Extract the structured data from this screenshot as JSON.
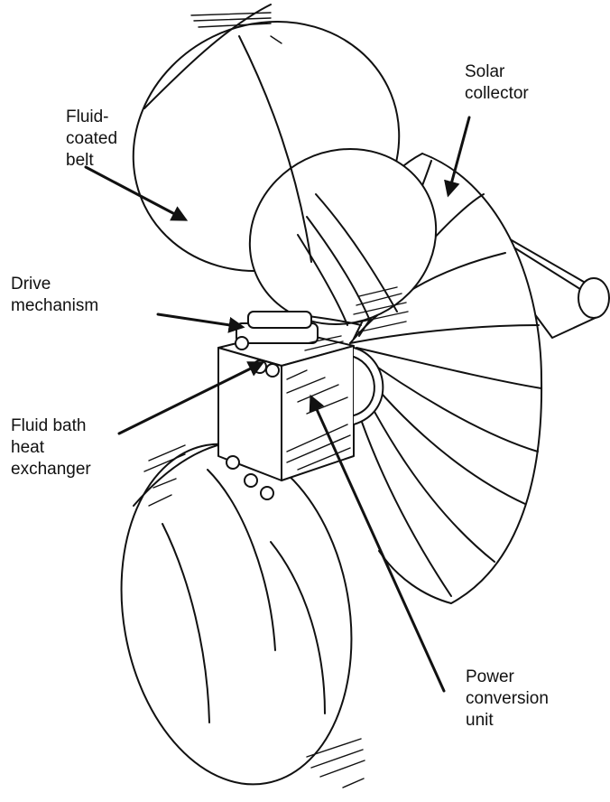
{
  "labels": {
    "solar_collector": "Solar\ncollector",
    "fluid_coated_belt": "Fluid-\ncoated\nbelt",
    "drive_mechanism": "Drive\nmechanism",
    "fluid_bath_heat_exchanger": "Fluid bath\nheat\nexchanger",
    "power_conversion_unit": "Power\nconversion\nunit"
  },
  "colors": {
    "ink": "#111111",
    "background": "#ffffff"
  }
}
